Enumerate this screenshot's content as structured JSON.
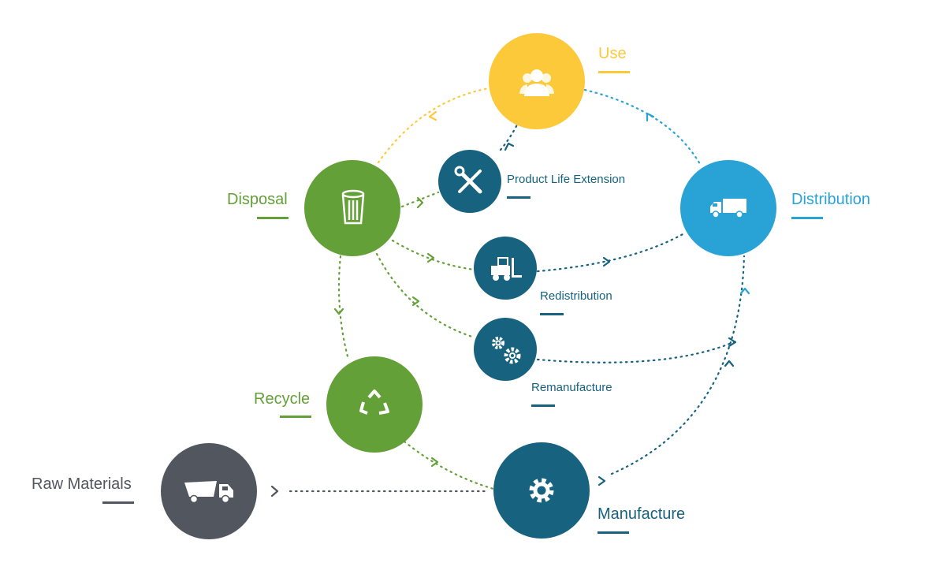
{
  "colors": {
    "use": "#FCC93B",
    "distribution": "#29A3D6",
    "green": "#64A038",
    "teal": "#17627E",
    "raw": "#52565E"
  },
  "nodes": {
    "use": {
      "label": "Use",
      "icon": "people-icon"
    },
    "distribution": {
      "label": "Distribution",
      "icon": "truck-icon"
    },
    "disposal": {
      "label": "Disposal",
      "icon": "trash-bin-icon"
    },
    "product_life_extension": {
      "label": "Product Life Extension",
      "icon": "wrench-screwdriver-icon"
    },
    "redistribution": {
      "label": "Redistribution",
      "icon": "forklift-icon"
    },
    "remanufacture": {
      "label": "Remanufacture",
      "icon": "gears-icon"
    },
    "recycle": {
      "label": "Recycle",
      "icon": "recycle-icon"
    },
    "raw_materials": {
      "label": "Raw Materials",
      "icon": "dump-truck-icon"
    },
    "manufacture": {
      "label": "Manufacture",
      "icon": "gear-icon"
    }
  }
}
